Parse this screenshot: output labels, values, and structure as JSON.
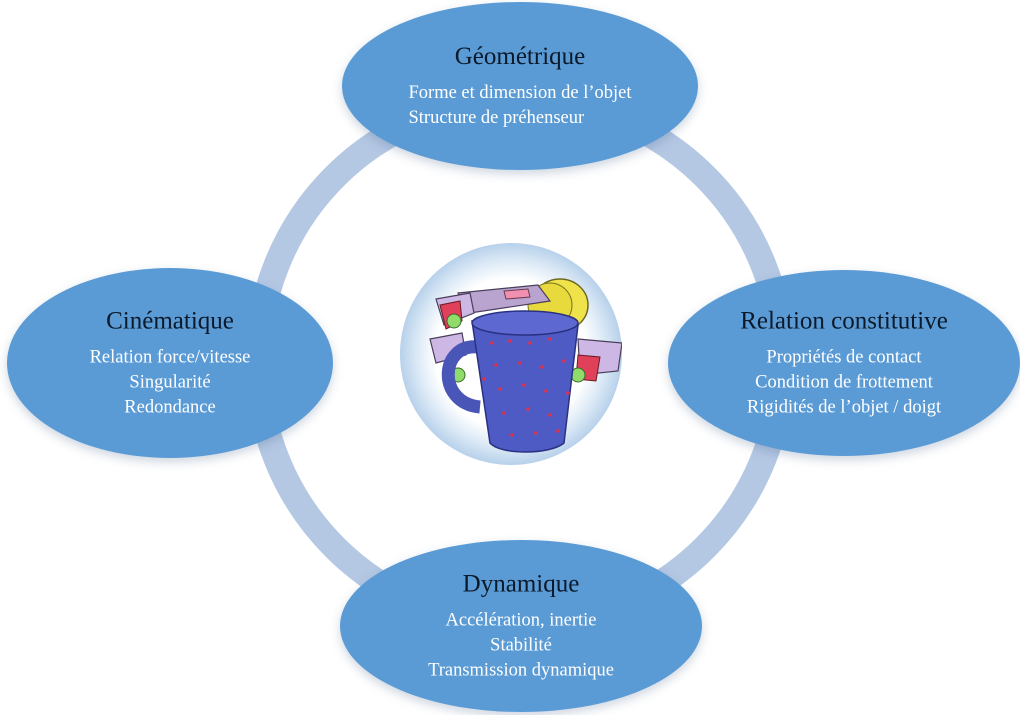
{
  "nodes": {
    "top": {
      "title": "Géométrique",
      "items": [
        "Forme et dimension de l’objet",
        "Structure de préhenseur"
      ]
    },
    "left": {
      "title": "Cinématique",
      "items": [
        "Relation force/vitesse",
        "Singularité",
        "Redondance"
      ]
    },
    "right": {
      "title": "Relation constitutive",
      "items": [
        "Propriétés de contact",
        "Condition de frottement",
        "Rigidités de l’objet / doigt"
      ]
    },
    "bottom": {
      "title": "Dynamique",
      "items": [
        "Accélération, inertie",
        "Stabilité",
        "Transmission dynamique"
      ]
    }
  },
  "center_image": {
    "icon": "gripper-mug-icon"
  },
  "colors": {
    "node_fill": "#5b9bd5",
    "ring": "#b4c8e4",
    "title_text": "#0b1a2a",
    "item_text": "#ffffff"
  }
}
